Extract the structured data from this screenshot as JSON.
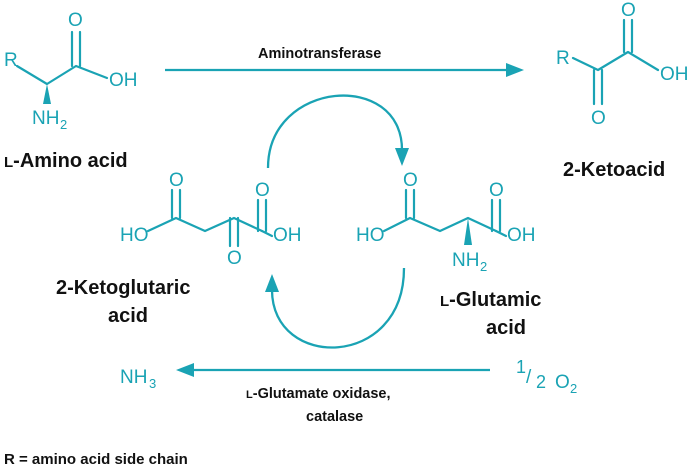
{
  "colors": {
    "structure": "#1aa3b4",
    "text": "#111111",
    "background": "#ffffff"
  },
  "compounds": {
    "amino_acid": {
      "name_prefix": "L",
      "name_rest": "-Amino acid",
      "r_label": "R",
      "nh2": "NH",
      "nh2_sub": "2",
      "carbonyl_o": "O",
      "oh": "OH"
    },
    "ketoacid": {
      "name": "2-Ketoacid",
      "r_label": "R",
      "carbonyl_o": "O",
      "keto_o": "O",
      "oh": "OH"
    },
    "ketoglutaric": {
      "name_line1": "2-Ketoglutaric",
      "name_line2": "acid",
      "ho": "HO",
      "oh": "OH",
      "o_left": "O",
      "o_right": "O",
      "o_keto": "O"
    },
    "glutamic": {
      "name_prefix": "L",
      "name_rest": "-Glutamic",
      "name_line2": "acid",
      "ho": "HO",
      "oh": "OH",
      "o_left": "O",
      "o_right": "O",
      "nh2": "NH",
      "nh2_sub": "2"
    }
  },
  "reactions": {
    "top_enzyme": "Aminotransferase",
    "bottom_enzyme_prefix": "L",
    "bottom_enzyme_rest": "-Glutamate oxidase,",
    "bottom_enzyme_line2": "catalase",
    "nh3": "NH",
    "nh3_sub": "3",
    "half_num": "1",
    "half_slash": "/",
    "half_den": "2",
    "o2": "O",
    "o2_sub": "2"
  },
  "footnote": "R = amino acid side chain"
}
